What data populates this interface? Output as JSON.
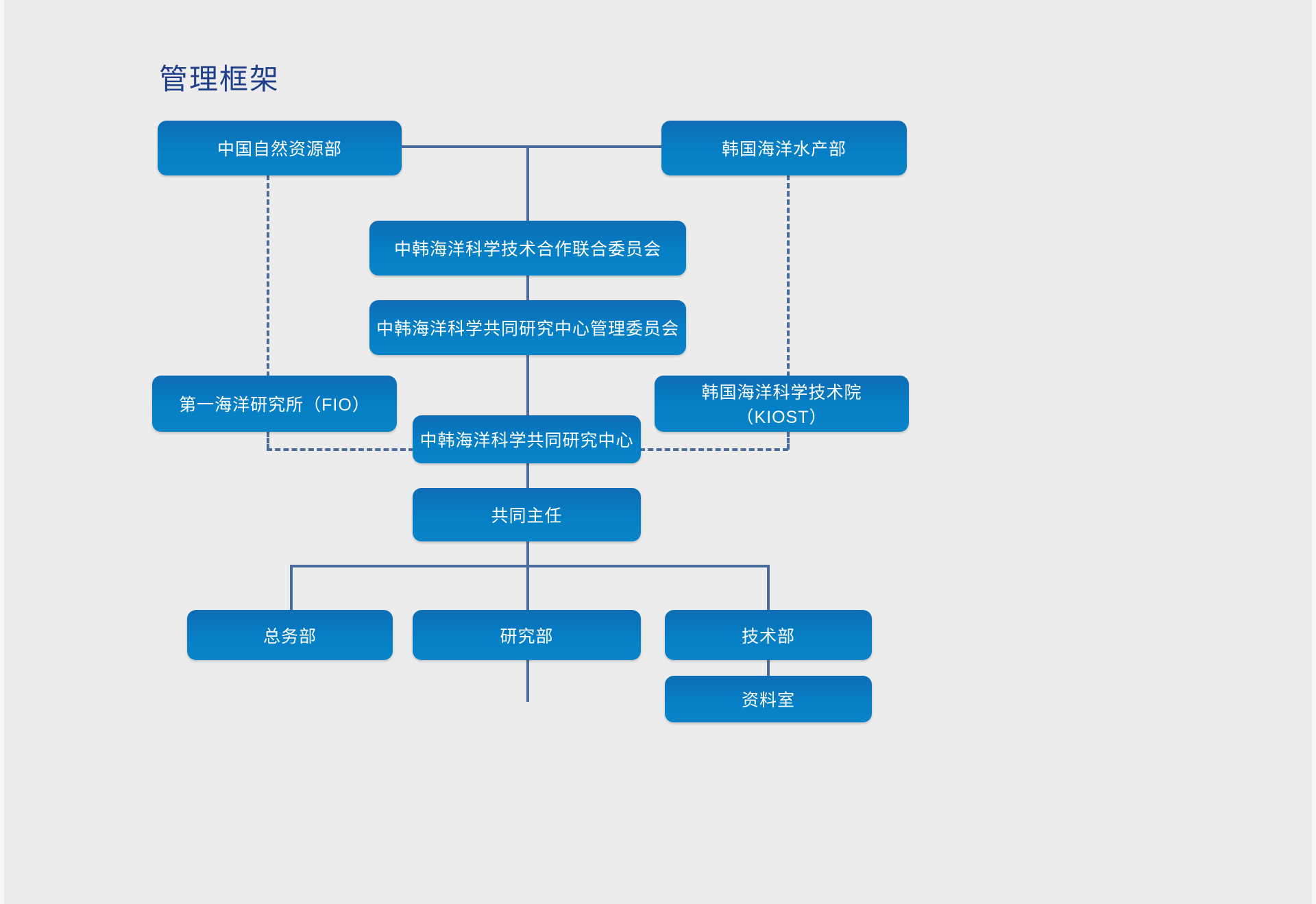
{
  "page": {
    "title": "管理框架",
    "background_color": "#ececec",
    "title_color": "#1f3f88",
    "node_fill_top": "#0f6cb4",
    "node_fill_bottom": "#0a83c7",
    "node_text_color": "#ffffff",
    "connector_color": "#4a6e9c"
  },
  "chart_data": {
    "type": "diagram",
    "subtype": "organization-chart",
    "title": "管理框架",
    "nodes": [
      {
        "id": "n1",
        "label": "中国自然资源部",
        "level": 0
      },
      {
        "id": "n2",
        "label": "韩国海洋水产部",
        "level": 0
      },
      {
        "id": "n3",
        "label": "中韩海洋科学技术合作联合委员会",
        "level": 1
      },
      {
        "id": "n4",
        "label": "中韩海洋科学共同研究中心管理委员会",
        "level": 2
      },
      {
        "id": "n5",
        "label": "第一海洋研究所（FIO）",
        "level": 3
      },
      {
        "id": "n6",
        "label": "韩国海洋科学技术院（KIOST）",
        "level": 3
      },
      {
        "id": "n7",
        "label": "中韩海洋科学共同研究中心",
        "level": 3
      },
      {
        "id": "n8",
        "label": "共同主任",
        "level": 4
      },
      {
        "id": "n9",
        "label": "总务部",
        "level": 5
      },
      {
        "id": "n10",
        "label": "研究部",
        "level": 5
      },
      {
        "id": "n11",
        "label": "技术部",
        "level": 5
      },
      {
        "id": "n12",
        "label": "资料室",
        "level": 6
      }
    ],
    "edges": [
      {
        "from": "n1",
        "to": "n2",
        "style": "solid"
      },
      {
        "from": "n1",
        "to": "n3",
        "style": "solid"
      },
      {
        "from": "n2",
        "to": "n3",
        "style": "solid"
      },
      {
        "from": "n3",
        "to": "n4",
        "style": "solid"
      },
      {
        "from": "n4",
        "to": "n7",
        "style": "solid"
      },
      {
        "from": "n1",
        "to": "n5",
        "style": "dashed"
      },
      {
        "from": "n2",
        "to": "n6",
        "style": "dashed"
      },
      {
        "from": "n5",
        "to": "n7",
        "style": "dashed"
      },
      {
        "from": "n6",
        "to": "n7",
        "style": "dashed"
      },
      {
        "from": "n7",
        "to": "n8",
        "style": "solid"
      },
      {
        "from": "n8",
        "to": "n9",
        "style": "solid"
      },
      {
        "from": "n8",
        "to": "n10",
        "style": "solid"
      },
      {
        "from": "n8",
        "to": "n11",
        "style": "solid"
      },
      {
        "from": "n11",
        "to": "n12",
        "style": "solid"
      }
    ]
  }
}
